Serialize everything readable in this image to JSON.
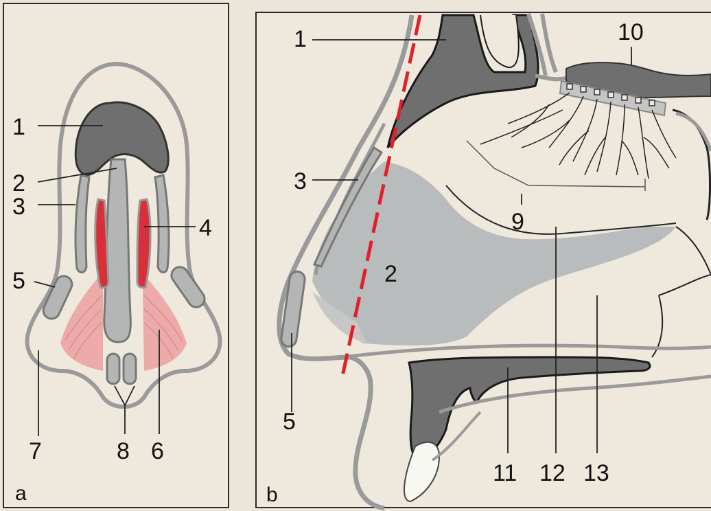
{
  "panel_a": {
    "letter": "a",
    "labels": {
      "l1": "1",
      "l2": "2",
      "l3": "3",
      "l4": "4",
      "l5": "5",
      "l6": "6",
      "l7": "7",
      "l8": "8"
    }
  },
  "panel_b": {
    "letter": "b",
    "labels": {
      "l1": "1",
      "l2": "2",
      "l3": "3",
      "l5": "5",
      "l9": "9",
      "l10": "10",
      "l11": "11",
      "l12": "12",
      "l13": "13"
    }
  },
  "colors": {
    "paper": "#efe9dd",
    "outline_gray": "#9a9a9a",
    "bone_dark": "#6f6f6f",
    "cartilage_light": "#b4b6b6",
    "cavity_gray": "#b9bcbc",
    "muscle_red": "#d8303a",
    "muscle_pink": "#ecaaa8",
    "cut_line_red": "#e0202a"
  }
}
